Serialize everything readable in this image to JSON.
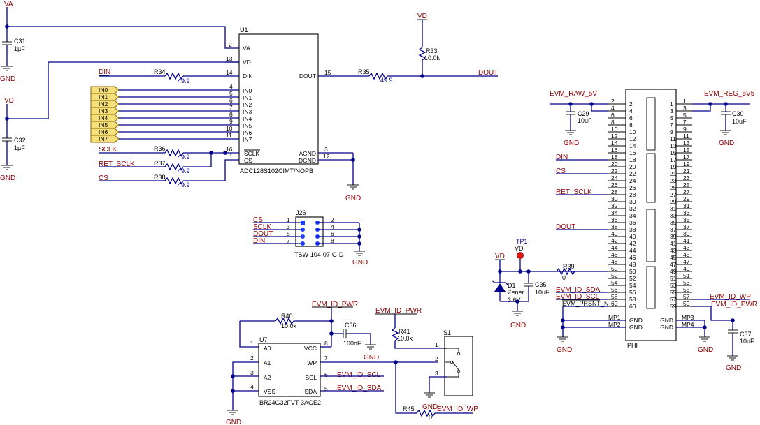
{
  "nets": {
    "va": "VA",
    "vd": "VD",
    "gnd": "GND",
    "din": "DIN",
    "dout": "DOUT",
    "sclk": "SCLK",
    "ret_sclk": "RET_SCLK",
    "cs": "CS",
    "evm_raw_5v": "EVM_RAW_5V",
    "evm_reg_5v5": "EVM_REG_5V5",
    "evm_id_sda": "EVM_ID_SDA",
    "evm_id_scl": "EVM_ID_SCL",
    "evm_prsnt_n": "EVM_PRSNT_N",
    "evm_id_wp": "EVM_ID_WP",
    "evm_id_pwr": "EVM_ID_PWR"
  },
  "analog_inputs": [
    "IN0",
    "IN1",
    "IN2",
    "IN3",
    "IN4",
    "IN5",
    "IN6",
    "IN7"
  ],
  "u1": {
    "ref": "U1",
    "part": "ADC128S102CIMT/NOPB",
    "left_pins": [
      {
        "num": "2",
        "name": "VA"
      },
      {
        "num": "13",
        "name": "VD"
      },
      {
        "num": "14",
        "name": "DIN"
      },
      {
        "num": "4",
        "name": "IN0"
      },
      {
        "num": "5",
        "name": "IN1"
      },
      {
        "num": "6",
        "name": "IN2"
      },
      {
        "num": "7",
        "name": "IN3"
      },
      {
        "num": "8",
        "name": "IN4"
      },
      {
        "num": "9",
        "name": "IN5"
      },
      {
        "num": "10",
        "name": "IN6"
      },
      {
        "num": "11",
        "name": "IN7"
      },
      {
        "num": "16",
        "name": "SCLK"
      },
      {
        "num": "1",
        "name": "CS"
      }
    ],
    "right_pins": [
      {
        "num": "15",
        "name": "DOUT"
      },
      {
        "num": "3",
        "name": "AGND"
      },
      {
        "num": "12",
        "name": "DGND"
      }
    ]
  },
  "passives": {
    "c31": {
      "ref": "C31",
      "value": "1µF"
    },
    "c32": {
      "ref": "C32",
      "value": "1µF"
    },
    "r33": {
      "ref": "R33",
      "value": "10.0k"
    },
    "r34": {
      "ref": "R34",
      "value": "49.9"
    },
    "r35": {
      "ref": "R35",
      "value": "49.9"
    },
    "r36": {
      "ref": "R36",
      "value": "49.9"
    },
    "r37": {
      "ref": "R37",
      "value": "49.9"
    },
    "r38": {
      "ref": "R38",
      "value": "49.9"
    },
    "r39": {
      "ref": "R39",
      "value": "0"
    },
    "r40": {
      "ref": "R40",
      "value": "10.0k"
    },
    "r41": {
      "ref": "R41",
      "value": "10.0k"
    },
    "r45": {
      "ref": "R45",
      "value": "0"
    },
    "c29": {
      "ref": "C29",
      "value": "10uF"
    },
    "c30": {
      "ref": "C30",
      "value": "10uF"
    },
    "c35": {
      "ref": "C35",
      "value": "10uF"
    },
    "c36": {
      "ref": "C36",
      "value": "100nF"
    },
    "c37": {
      "ref": "C37",
      "value": "10uF"
    }
  },
  "j26": {
    "ref": "J26",
    "part": "TSW-104-07-G-D",
    "left_nums": [
      "1",
      "3",
      "5",
      "7"
    ],
    "right_nums": [
      "2",
      "4",
      "6",
      "8"
    ],
    "left_nets": [
      "CS",
      "SCLK",
      "DOUT",
      "DIN"
    ]
  },
  "tp1": {
    "ref": "TP1",
    "net": "VD"
  },
  "d1": {
    "ref": "D1",
    "type": "Zener",
    "value": "3.6V"
  },
  "phi": {
    "label": "PHI",
    "left_nums": [
      "2",
      "4",
      "6",
      "8",
      "10",
      "12",
      "14",
      "16",
      "18",
      "20",
      "22",
      "24",
      "26",
      "28",
      "30",
      "32",
      "34",
      "36",
      "38",
      "40",
      "42",
      "44",
      "46",
      "48",
      "50",
      "52",
      "54",
      "56",
      "58",
      "60"
    ],
    "right_nums": [
      "1",
      "3",
      "5",
      "7",
      "9",
      "11",
      "13",
      "15",
      "17",
      "19",
      "21",
      "23",
      "25",
      "27",
      "29",
      "31",
      "33",
      "35",
      "37",
      "39",
      "41",
      "43",
      "45",
      "47",
      "49",
      "51",
      "53",
      "55",
      "57",
      "59"
    ],
    "mp_left": [
      "MP1",
      "MP2"
    ],
    "mp_right": [
      "MP3",
      "MP4"
    ],
    "gnd": "GND"
  },
  "u7": {
    "ref": "U7",
    "part": "BR24G32FVT-3AGE2",
    "left_pins": [
      {
        "num": "1",
        "name": "A0"
      },
      {
        "num": "2",
        "name": "A1"
      },
      {
        "num": "3",
        "name": "A2"
      },
      {
        "num": "4",
        "name": "VSS"
      }
    ],
    "right_pins": [
      {
        "num": "8",
        "name": "VCC"
      },
      {
        "num": "7",
        "name": "WP"
      },
      {
        "num": "6",
        "name": "SCL"
      },
      {
        "num": "5",
        "name": "SDA"
      }
    ]
  },
  "s1": {
    "ref": "S1",
    "pins": [
      "1",
      "2",
      "3"
    ]
  }
}
